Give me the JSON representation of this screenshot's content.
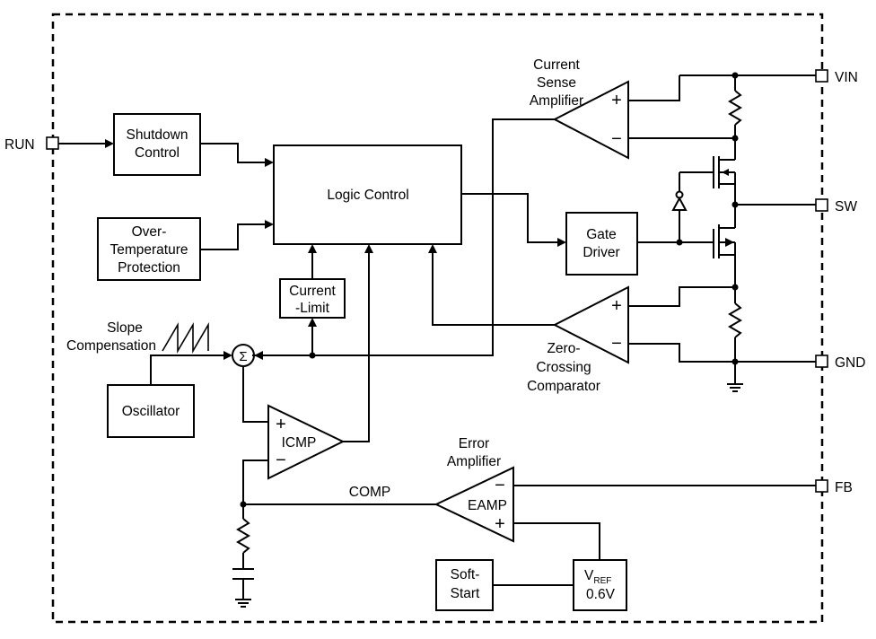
{
  "pins": {
    "run": "RUN",
    "vin": "VIN",
    "sw": "SW",
    "gnd": "GND",
    "fb": "FB"
  },
  "blocks": {
    "shutdown_control": [
      "Shutdown",
      "Control"
    ],
    "over_temperature": [
      "Over-",
      "Temperature",
      "Protection"
    ],
    "logic_control": "Logic Control",
    "current_limit": [
      "Current",
      "-Limit"
    ],
    "gate_driver": [
      "Gate",
      "Driver"
    ],
    "oscillator": "Oscillator",
    "soft_start": [
      "Soft-",
      "Start"
    ],
    "vref": {
      "v": "V",
      "sub": "REF",
      "value": "0.6V"
    }
  },
  "labels": {
    "current_sense_amplifier": [
      "Current",
      "Sense",
      "Amplifier"
    ],
    "zero_crossing_comparator": [
      "Zero-",
      "Crossing",
      "Comparator"
    ],
    "slope_compensation": [
      "Slope",
      "Compensation"
    ],
    "error_amplifier": [
      "Error",
      "Amplifier"
    ],
    "comp": "COMP",
    "icmp": "ICMP",
    "eamp": "EAMP",
    "summer": "Σ",
    "plus": "+",
    "minus": "−"
  }
}
